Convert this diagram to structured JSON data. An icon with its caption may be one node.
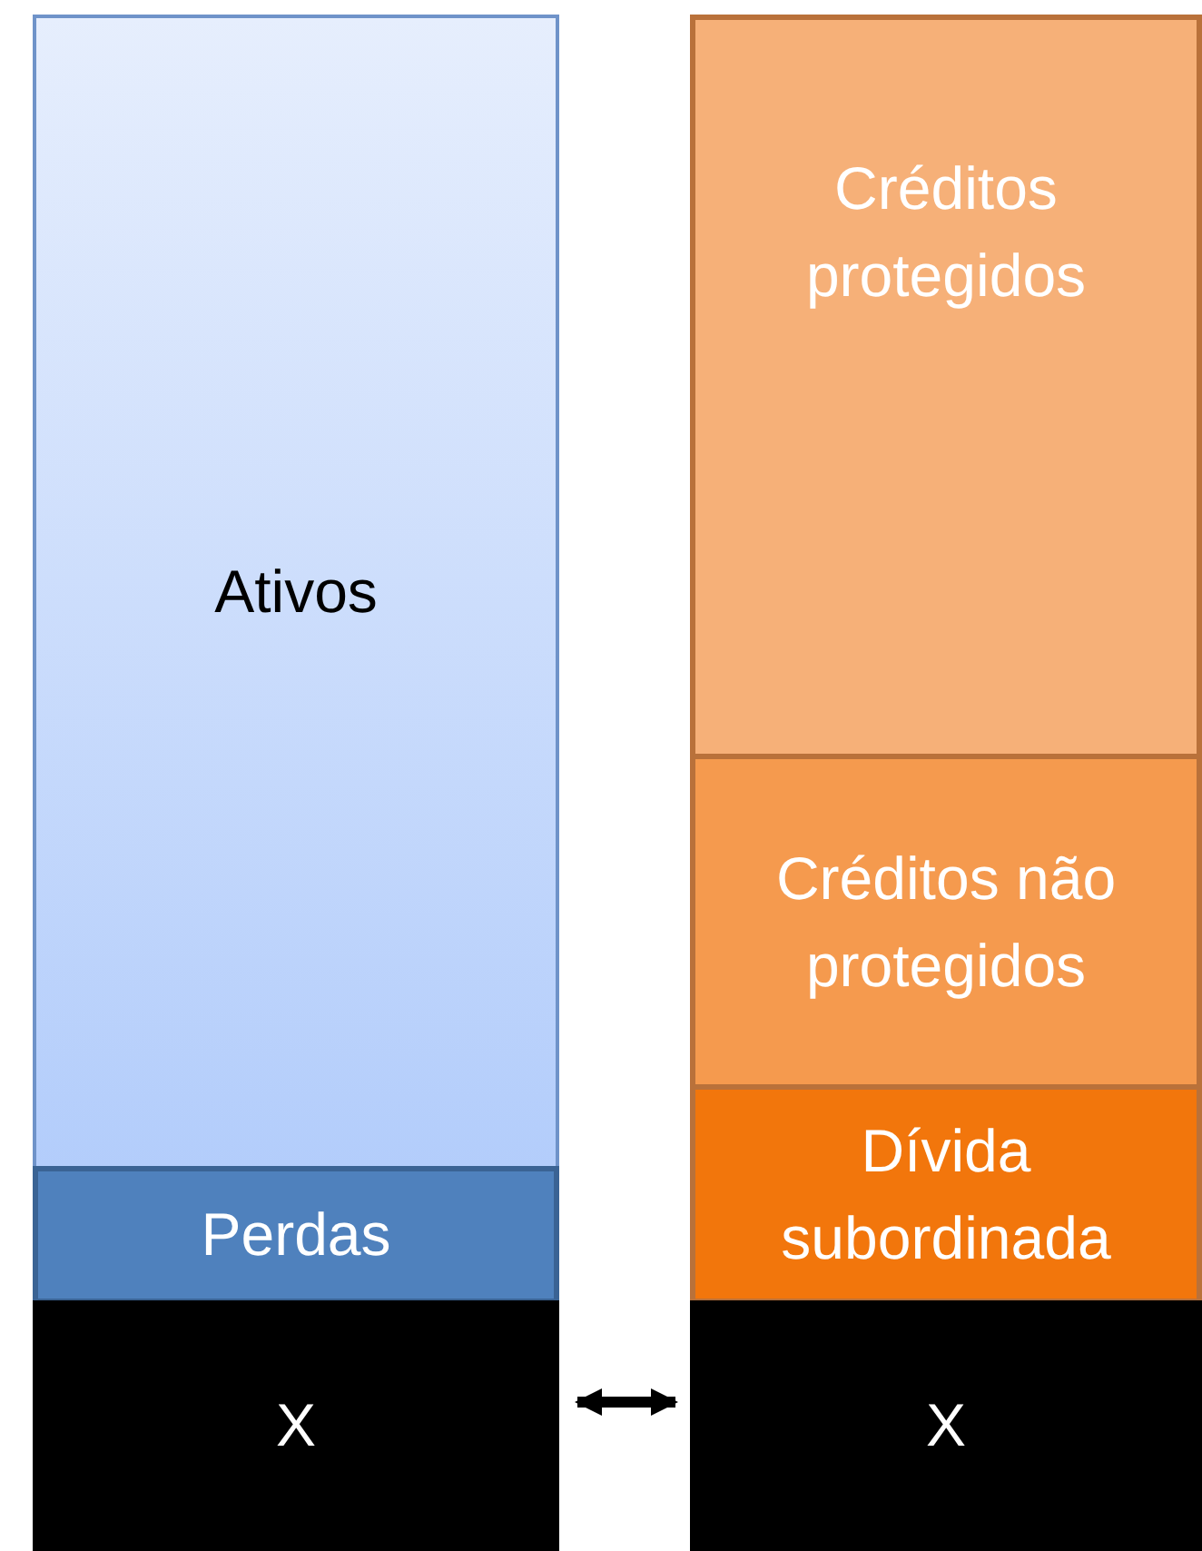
{
  "diagram": {
    "nodes": [
      {
        "text": [
          "Ativos"
        ]
      },
      {
        "text": [
          "Perdas"
        ]
      },
      {
        "text": [
          "X"
        ]
      },
      {
        "text": [
          "Créditos protegidos"
        ]
      },
      {
        "text": [
          "Créditos não protegidos"
        ]
      },
      {
        "text": [
          "Dívida subordinada"
        ]
      },
      {
        "text": [
          "X"
        ]
      }
    ],
    "edges": [
      {
        "from": 2,
        "to": 6,
        "arrow": "both"
      }
    ]
  }
}
